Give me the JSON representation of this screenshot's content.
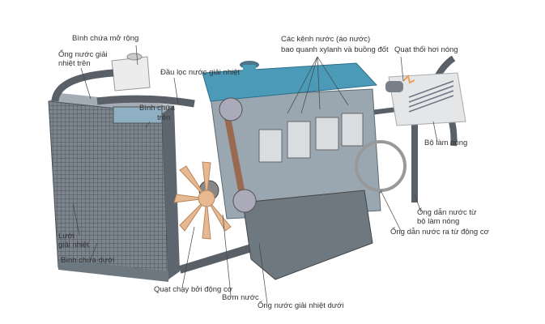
{
  "labels": {
    "expansion_tank": "Bình chứa mở rộng",
    "upper_hose_1": "Ống nước giải",
    "upper_hose_2": "nhiệt trên",
    "thermostat": "Đầu lọc nước giải nhiệt",
    "upper_tank_1": "Bình chứa",
    "upper_tank_2": "trên",
    "water_jacket_1": "Các kênh nước (áo nước)",
    "water_jacket_2": "bao quanh xylanh và buồng đốt",
    "heater_fan": "Quạt thổi hơi nóng",
    "heater_core": "Bộ làm nóng",
    "heater_return_1": "Ống dẫn nước từ",
    "heater_return_2": "bộ làm nóng",
    "heater_supply": "Ống dẫn nước ra từ động cơ",
    "radiator_core_1": "Lưới",
    "radiator_core_2": "giải nhiệt",
    "lower_tank": "Bình chứa dưới",
    "engine_fan": "Quạt chạy bởi động cơ",
    "water_pump": "Bơm nước",
    "lower_hose": "Ống nước giải nhiệt dưới"
  },
  "colors": {
    "engine_head": "#4a9ab8",
    "block": "#8a99a6",
    "radiator": "#6d7780",
    "fan": "#e8b890",
    "belt": "#9a6a50",
    "hose": "#5a6068"
  }
}
